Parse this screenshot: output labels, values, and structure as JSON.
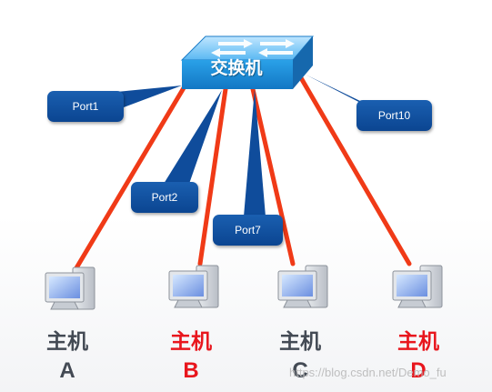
{
  "switch": {
    "label": "交换机"
  },
  "ports": {
    "port1": "Port1",
    "port2": "Port2",
    "port7": "Port7",
    "port10": "Port10"
  },
  "hosts": [
    {
      "name": "主机",
      "letter": "A",
      "color": "#434a54"
    },
    {
      "name": "主机",
      "letter": "B",
      "color": "#e8161d"
    },
    {
      "name": "主机",
      "letter": "C",
      "color": "#434a54"
    },
    {
      "name": "主机",
      "letter": "D",
      "color": "#e8161d"
    }
  ],
  "colors": {
    "link": "#f03a17",
    "port_label": "#0f4c9b",
    "switch_body": "#1f8fd6"
  },
  "watermark": "https://blog.csdn.net/Demo_fu"
}
